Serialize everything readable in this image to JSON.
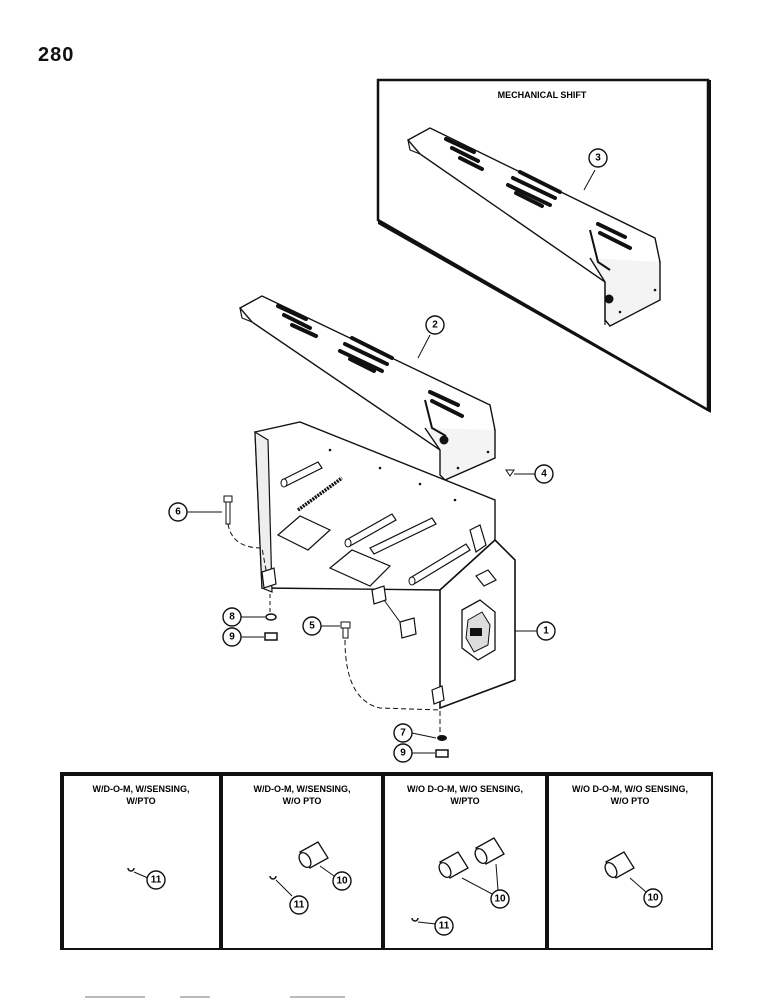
{
  "page_number": "280",
  "inset": {
    "title": "MECHANICAL SHIFT"
  },
  "callouts": {
    "c1": "1",
    "c2": "2",
    "c3": "3",
    "c4": "4",
    "c5": "5",
    "c6": "6",
    "c7": "7",
    "c8": "8",
    "c9a": "9",
    "c9b": "9"
  },
  "variants": [
    {
      "line1": "W/D-O-M, W/SENSING,",
      "line2": "W/PTO",
      "parts": [
        "11"
      ]
    },
    {
      "line1": "W/D-O-M, W/SENSING,",
      "line2": "W/O PTO",
      "parts": [
        "11",
        "10"
      ]
    },
    {
      "line1": "W/O D-O-M, W/O SENSING,",
      "line2": "W/PTO",
      "parts": [
        "11",
        "10"
      ]
    },
    {
      "line1": "W/O D-O-M, W/O SENSING,",
      "line2": "W/O PTO",
      "parts": [
        "10"
      ]
    }
  ]
}
